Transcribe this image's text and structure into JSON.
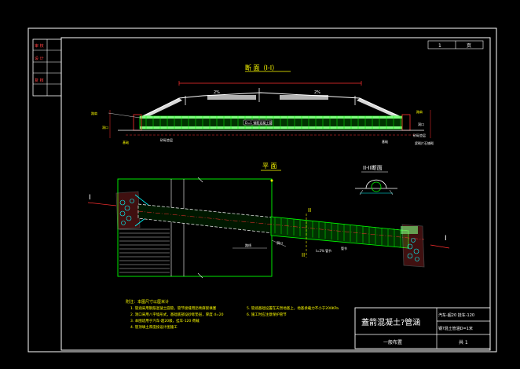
{
  "title_block": {
    "drawing_title": "蓋箭混凝土?管涵",
    "sheet_name": "一般布置",
    "spec_line1": "汽车-超20 挂车-120",
    "spec_line2": "钢?混土管涵D=1米",
    "page_label": "共 1"
  },
  "left_stamp": {
    "row1": "审 核",
    "row2": "设 计",
    "row3": "复 核"
  },
  "page_corner": {
    "left": "1",
    "right": "页"
  },
  "section_view": {
    "title": "断 面（I-I）",
    "slope_left": "2%",
    "slope_right": "2%",
    "pipe_label": "D=1 钢筋混凝土管",
    "label_left_top": "路肩",
    "label_left_mid": "洞口",
    "label_left_bottom": "基础",
    "label_left_base": "砂砾垫层",
    "label_right_top": "路肩",
    "label_right_mid": "洞口",
    "label_right_low1": "基础",
    "label_right_low2": "砂砾垫层",
    "label_right_low3": "浆砌片石铺砌"
  },
  "plan_view": {
    "title": "平 面",
    "marker_left": "I",
    "marker_right": "I",
    "marker_mid_top": "II",
    "marker_mid_bottom": "II",
    "label_center": "路线",
    "label_pipe1": "洞口",
    "label_pipe2": "I=2% 管节",
    "label_pipe3": "管节"
  },
  "detail_view": {
    "title": "II-II断面"
  },
  "notes": {
    "heading": "附注：本图尺寸以厘米计",
    "line1": "1. 管涵采用钢筋混凝土圆管，管节接缝用沥青麻絮填塞",
    "line2": "2. 洞口采用八字墙形式，基础底部设砂砾垫层，厚度 d=20",
    "line3": "3. 本图适用于汽车-超20级，挂车-120 荷载",
    "line4": "4. 管顶填土厚度按设计图施工",
    "side1": "5. 管涵基础设置在天然地基上，地基承载力不小于200KPa",
    "side2": "6. 施工时应注意保护管节"
  }
}
